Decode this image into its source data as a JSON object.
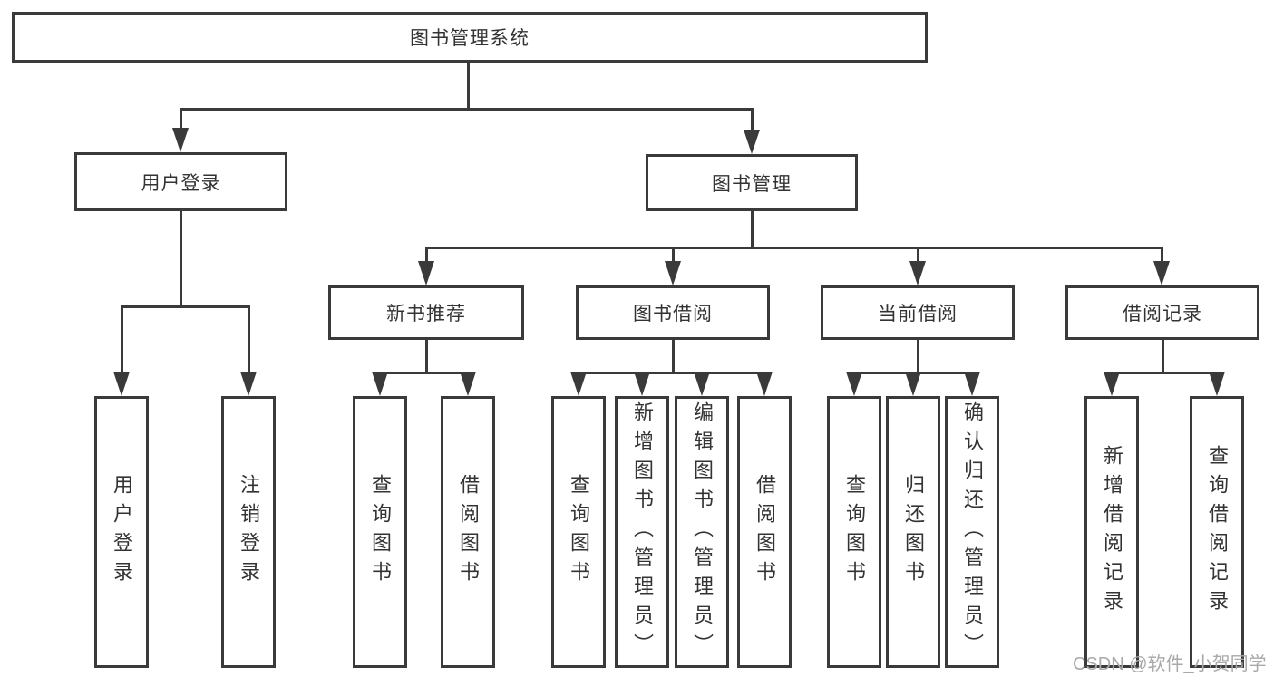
{
  "diagram": {
    "title_node": {
      "label": "图书管理系统"
    },
    "level2": [
      {
        "label": "用户登录"
      },
      {
        "label": "图书管理"
      }
    ],
    "level3": [
      {
        "label": "新书推荐"
      },
      {
        "label": "图书借阅"
      },
      {
        "label": "当前借阅"
      },
      {
        "label": "借阅记录"
      }
    ],
    "leaves": {
      "user_login": [
        {
          "label": "用户登录"
        },
        {
          "label": "注销登录"
        }
      ],
      "new_books": [
        {
          "label": "查询图书"
        },
        {
          "label": "借阅图书"
        }
      ],
      "book_borrow": [
        {
          "label": "查询图书"
        },
        {
          "label": "新增图书（管理员）"
        },
        {
          "label": "编辑图书（管理员）"
        },
        {
          "label": "借阅图书"
        }
      ],
      "current_borrow": [
        {
          "label": "查询图书"
        },
        {
          "label": "归还图书"
        },
        {
          "label": "确认归还（管理员）"
        }
      ],
      "borrow_records": [
        {
          "label": "新增借阅记录"
        },
        {
          "label": "查询借阅记录"
        }
      ]
    },
    "watermark": "CSDN @软件_小贺同学",
    "colors": {
      "line": "#3a3a3a",
      "text": "#333333",
      "watermark": "#a9a9a9",
      "background": "#ffffff"
    }
  }
}
